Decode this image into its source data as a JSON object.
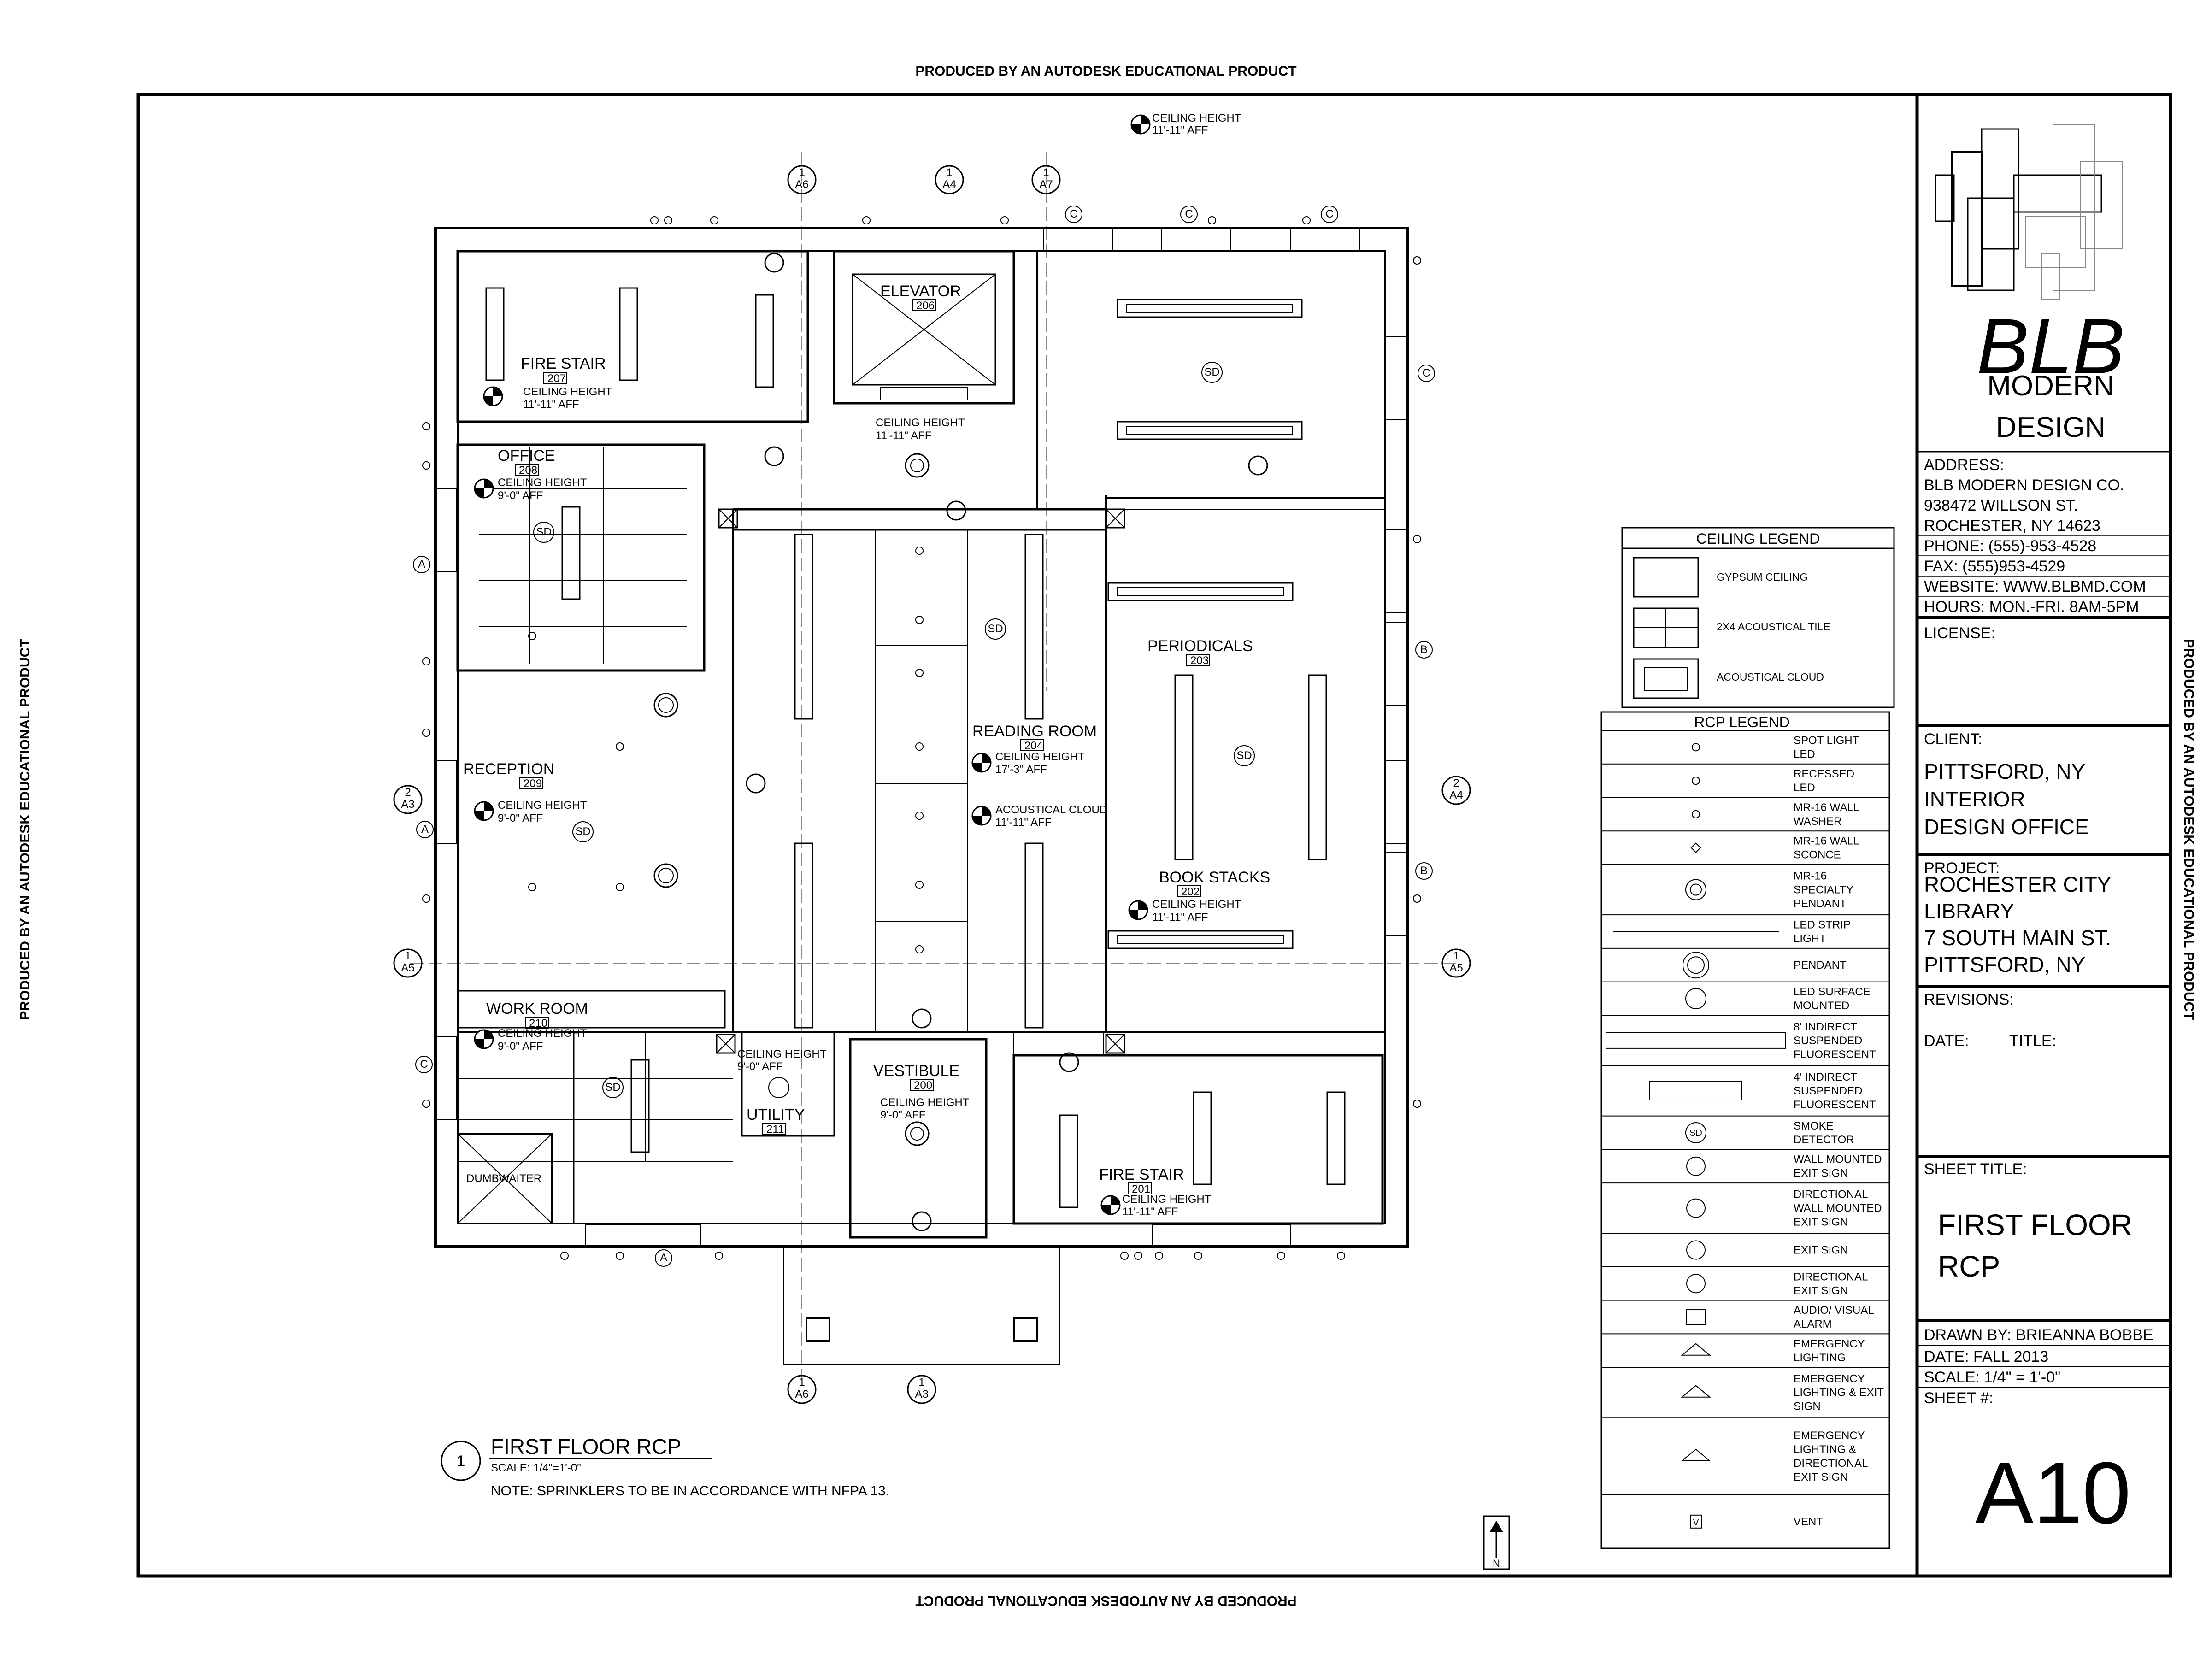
{
  "watermark": "PRODUCED BY AN AUTODESK EDUCATIONAL PRODUCT",
  "rooms": {
    "fire_stair_top": {
      "name": "FIRE STAIR",
      "number": "207"
    },
    "elevator": {
      "name": "ELEVATOR",
      "number": "206"
    },
    "office": {
      "name": "OFFICE",
      "number": "208"
    },
    "reception": {
      "name": "RECEPTION",
      "number": "209"
    },
    "reading_room": {
      "name": "READING ROOM",
      "number": "204"
    },
    "periodicals": {
      "name": "PERIODICALS",
      "number": "203"
    },
    "book_stacks": {
      "name": "BOOK STACKS",
      "number": "202"
    },
    "work_room": {
      "name": "WORK ROOM",
      "number": "210"
    },
    "utility": {
      "name": "UTILITY",
      "number": "211"
    },
    "vestibule": {
      "name": "VESTIBULE",
      "number": "200"
    },
    "fire_stair_bottom": {
      "name": "FIRE STAIR",
      "number": "201"
    },
    "dumbwaiter": {
      "name": "DUMBWAITER"
    }
  },
  "ceiling_tags": {
    "label": "CEILING HEIGHT",
    "h_11_11": "11'-11\" AFF",
    "h_9_0": "9'-0\" AFF",
    "h_17_3": "17'-3\" AFF",
    "cloud_label": "ACOUSTICAL CLOUD",
    "cloud_height": "11'-11\" AFF"
  },
  "section_markers": {
    "num": "1",
    "num2": "2",
    "a6": "A6",
    "a4": "A4",
    "a7": "A7",
    "a3": "A3",
    "a5": "A5"
  },
  "grid_letters": {
    "a": "A",
    "b": "B",
    "c": "C"
  },
  "symbols": {
    "sd": "SD",
    "north": "N",
    "vent": "V"
  },
  "drawing_title": {
    "number": "1",
    "title": "FIRST FLOOR RCP",
    "scale": "SCALE: 1/4\"=1'-0\"",
    "note": "NOTE: SPRINKLERS TO BE IN ACCORDANCE WITH NFPA 13."
  },
  "ceiling_legend": {
    "title": "CEILING LEGEND",
    "items": [
      "GYPSUM CEILING",
      "2X4 ACOUSTICAL TILE",
      "ACOUSTICAL CLOUD"
    ]
  },
  "rcp_legend": {
    "title": "RCP LEGEND",
    "items": [
      [
        "SPOT LIGHT",
        "LED"
      ],
      [
        "RECESSED",
        "LED"
      ],
      [
        "MR-16 WALL",
        "WASHER"
      ],
      [
        "MR-16 WALL",
        "SCONCE"
      ],
      [
        "MR-16",
        "SPECIALTY",
        "PENDANT"
      ],
      [
        "LED STRIP",
        "LIGHT"
      ],
      [
        "PENDANT"
      ],
      [
        "LED SURFACE",
        "MOUNTED"
      ],
      [
        "8' INDIRECT",
        "SUSPENDED",
        "FLUORESCENT"
      ],
      [
        "4' INDIRECT",
        "SUSPENDED",
        "FLUORESCENT"
      ],
      [
        "SMOKE",
        "DETECTOR"
      ],
      [
        "WALL MOUNTED",
        "EXIT SIGN"
      ],
      [
        "DIRECTIONAL",
        "WALL MOUNTED",
        "EXIT SIGN"
      ],
      [
        "EXIT SIGN"
      ],
      [
        "DIRECTIONAL",
        "EXIT SIGN"
      ],
      [
        "AUDIO/ VISUAL",
        "ALARM"
      ],
      [
        "EMERGENCY",
        "LIGHTING"
      ],
      [
        "EMERGENCY",
        "LIGHTING & EXIT",
        "SIGN"
      ],
      [
        "EMERGENCY",
        "LIGHTING &",
        "DIRECTIONAL",
        "EXIT SIGN"
      ],
      [
        "VENT"
      ]
    ]
  },
  "title_block": {
    "logo_text": "BLB",
    "logo_sub1": "MODERN",
    "logo_sub2": "DESIGN",
    "address_lines": [
      "ADDRESS:",
      "BLB MODERN DESIGN CO.",
      "938472 WILLSON ST.",
      "ROCHESTER, NY 14623",
      "PHONE: (555)-953-4528",
      "FAX: (555)953-4529",
      "WEBSITE: WWW.BLBMD.COM",
      "HOURS: MON.-FRI. 8AM-5PM"
    ],
    "license_label": "LICENSE:",
    "client_label": "CLIENT:",
    "client_lines": [
      "PITTSFORD, NY",
      "INTERIOR",
      "DESIGN OFFICE"
    ],
    "project_label": "PROJECT:",
    "project_lines": [
      "ROCHESTER CITY",
      "LIBRARY",
      "7 SOUTH MAIN ST.",
      "PITTSFORD, NY"
    ],
    "revisions_label": "REVISIONS:",
    "date_label": "DATE:",
    "title_label": "TITLE:",
    "sheet_title_label": "SHEET TITLE:",
    "sheet_title_lines": [
      "FIRST FLOOR",
      "RCP"
    ],
    "drawn_by": "DRAWN BY: BRIEANNA BOBBE",
    "date": "DATE: FALL 2013",
    "scale": "SCALE: 1/4\" = 1'-0\"",
    "sheet_label": "SHEET #:",
    "sheet_number": "A10"
  }
}
